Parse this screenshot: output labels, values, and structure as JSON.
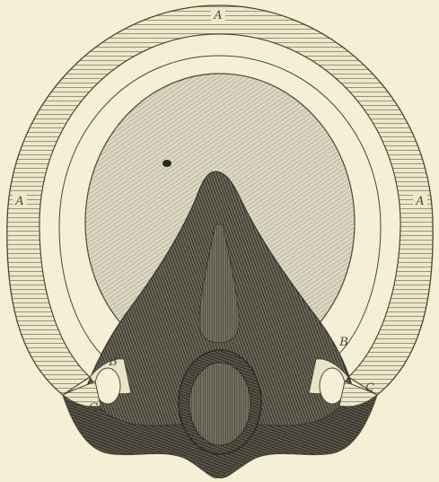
{
  "figure": {
    "colors": {
      "background": "#f4efd5",
      "outline": "#4a4638",
      "wall_fill": "#eee8cb",
      "wall_hatch": "#8f8a76",
      "sole_fill": "#d8d3bd",
      "sole_hatch": "#a8a491",
      "frog_fill": "#6e6a5c",
      "frog_hatch": "#3c3930",
      "bulb_fill": "#4d4a40"
    },
    "labels": {
      "top": "A",
      "left_side": "A",
      "right_side": "A",
      "left_bar": "B",
      "right_bar": "B",
      "left_heel": "C",
      "right_heel": "C"
    }
  }
}
